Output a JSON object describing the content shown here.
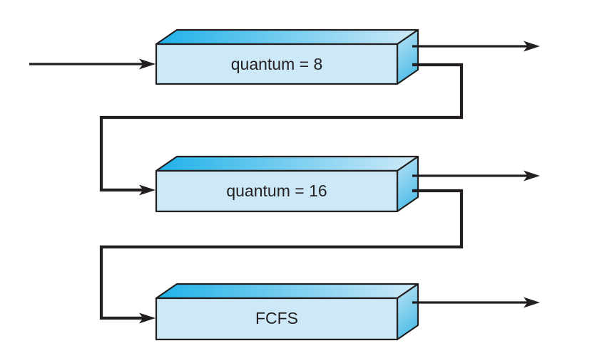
{
  "queues": [
    {
      "label": "quantum = 8"
    },
    {
      "label": "quantum = 16"
    },
    {
      "label": "FCFS"
    }
  ],
  "colors": {
    "outline": "#231f20",
    "text": "#231f20",
    "front_face": "#cde9f8",
    "top_face_start": "#1fb1e8",
    "top_face_end": "#cfeaf8",
    "side_face_start": "#bce3f5",
    "side_face_end": "#52bfe8",
    "arrow": "#231f20",
    "background": "#ffffff"
  }
}
